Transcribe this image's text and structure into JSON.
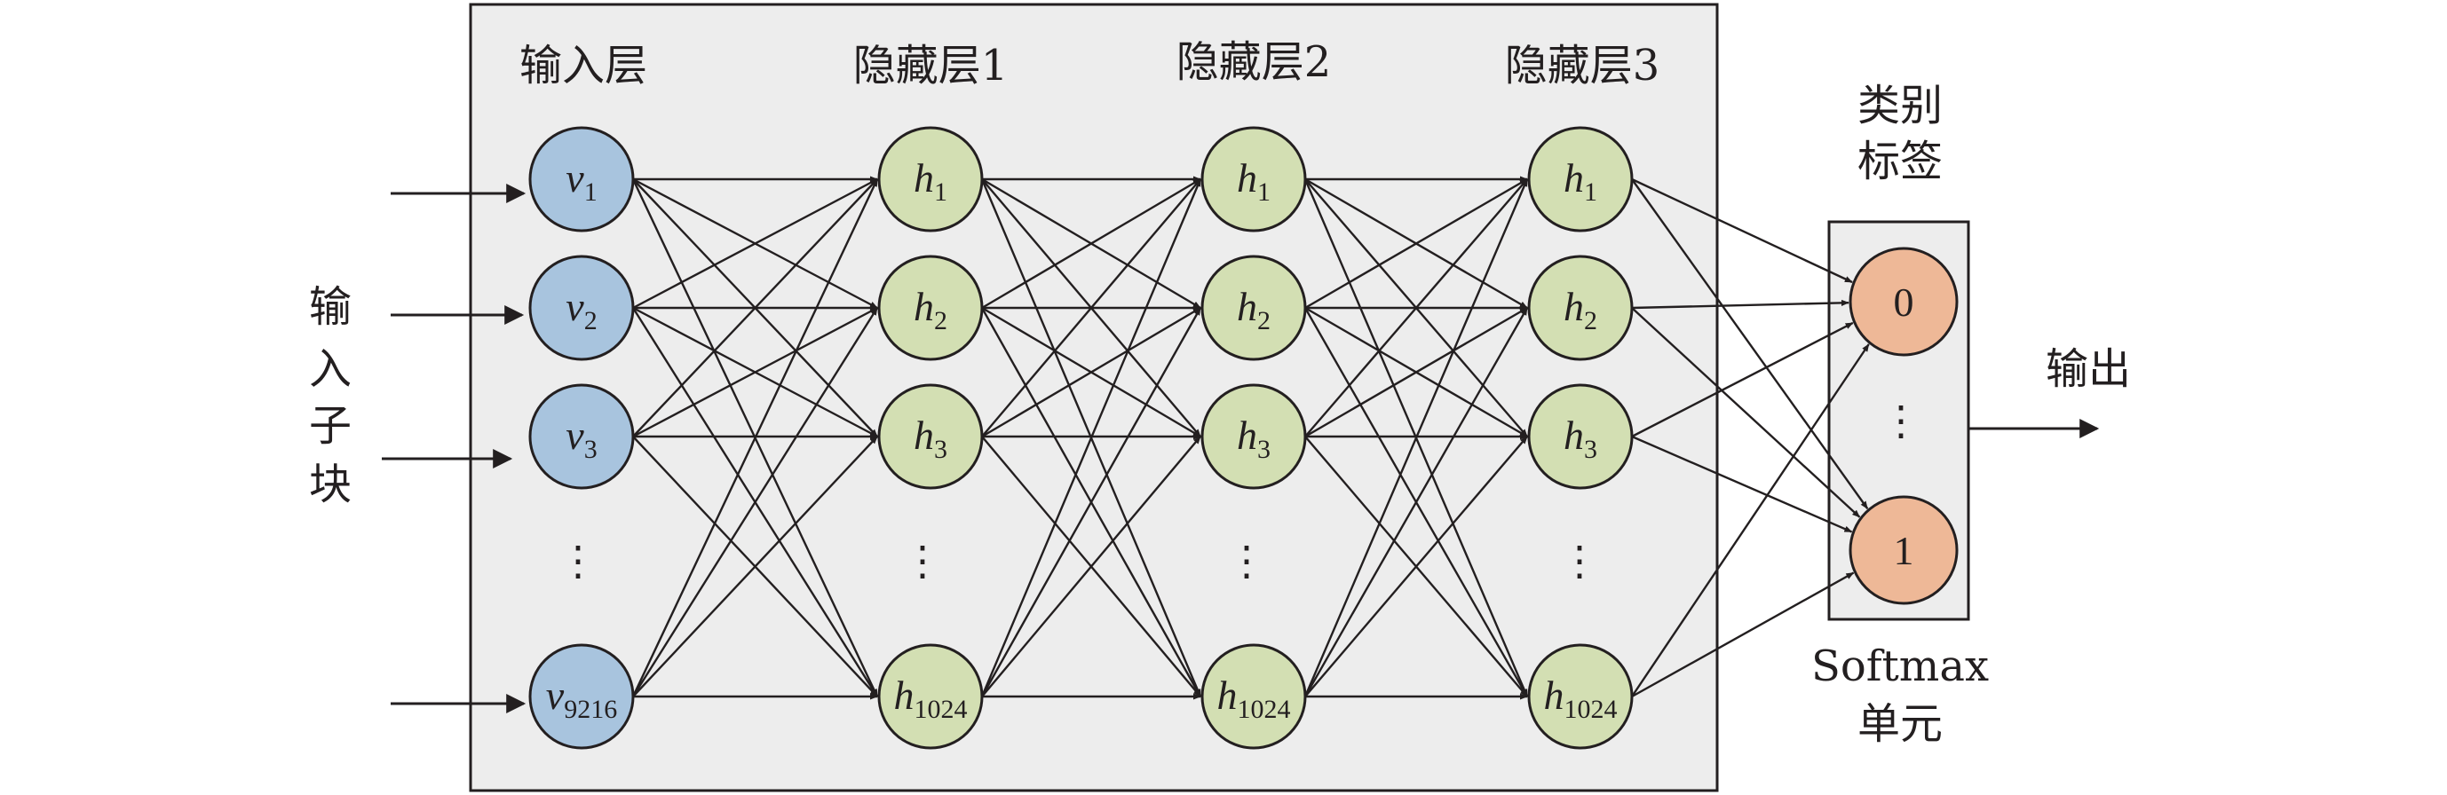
{
  "layers": {
    "input": {
      "title": "输入层",
      "nodes": [
        {
          "var": "v",
          "sub": "1"
        },
        {
          "var": "v",
          "sub": "2"
        },
        {
          "var": "v",
          "sub": "3"
        },
        {
          "var": "v",
          "sub": "9216"
        }
      ],
      "fill": "#a8c4de"
    },
    "hidden": [
      {
        "title": "隐藏层1",
        "nodes": [
          {
            "var": "h",
            "sub": "1"
          },
          {
            "var": "h",
            "sub": "2"
          },
          {
            "var": "h",
            "sub": "3"
          },
          {
            "var": "h",
            "sub": "1024"
          }
        ]
      },
      {
        "title": "隐藏层2",
        "nodes": [
          {
            "var": "h",
            "sub": "1"
          },
          {
            "var": "h",
            "sub": "2"
          },
          {
            "var": "h",
            "sub": "3"
          },
          {
            "var": "h",
            "sub": "1024"
          }
        ]
      },
      {
        "title": "隐藏层3",
        "nodes": [
          {
            "var": "h",
            "sub": "1"
          },
          {
            "var": "h",
            "sub": "2"
          },
          {
            "var": "h",
            "sub": "3"
          },
          {
            "var": "h",
            "sub": "1024"
          }
        ]
      }
    ],
    "hidden_fill": "#d3dfb3",
    "output": {
      "title_line1": "类别",
      "title_line2": "标签",
      "nodes": [
        "0",
        "1"
      ],
      "fill": "#eeb897",
      "unit_line1": "Softmax",
      "unit_line2": "单元"
    }
  },
  "input_label": [
    "输",
    "入",
    "子",
    "块"
  ],
  "output_label": "输出",
  "ellipsis": "⋮",
  "colors": {
    "box_fill": "#ededed",
    "stroke": "#231f20"
  }
}
